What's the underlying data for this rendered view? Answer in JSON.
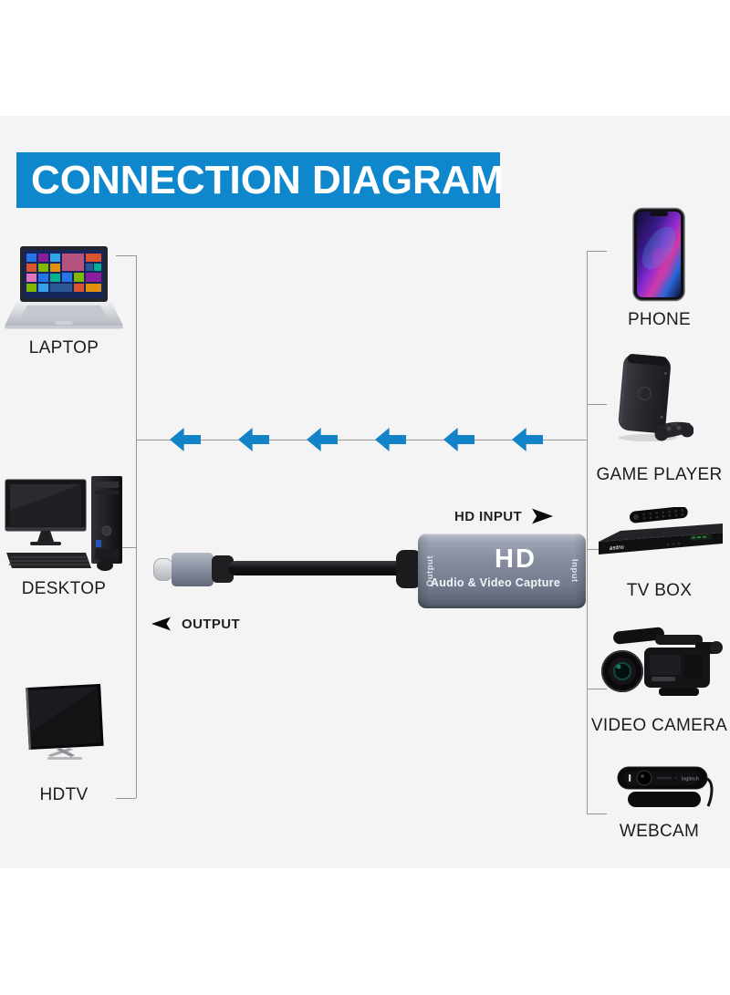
{
  "title": {
    "text": "CONNECTION DIAGRAM"
  },
  "colors": {
    "banner_bg": "#0e87cc",
    "arrow_blue": "#1383c8",
    "connector_line_gray": "#979797",
    "canvas_bg": "#f4f4f5",
    "label_color": "#1c1c1c",
    "capture_body_gray": "#7e8697"
  },
  "output_devices": [
    {
      "id": "laptop",
      "label": "LAPTOP"
    },
    {
      "id": "desktop",
      "label": "DESKTOP"
    },
    {
      "id": "hdtv",
      "label": "HDTV"
    }
  ],
  "source_devices": [
    {
      "id": "phone",
      "label": "PHONE"
    },
    {
      "id": "game-player",
      "label": "GAME PLAYER"
    },
    {
      "id": "tv-box",
      "label": "TV BOX"
    },
    {
      "id": "video-camera",
      "label": "VIDEO CAMERA"
    },
    {
      "id": "webcam",
      "label": "WEBCAM"
    }
  ],
  "capture_device": {
    "logo": "HD",
    "name": "Audio & Video Capture",
    "left_port": "Output",
    "right_port": "Input"
  },
  "annotations": {
    "input_label": "HD INPUT",
    "output_label": "OUTPUT"
  },
  "flow": {
    "arrow_count": 6,
    "direction": "left",
    "arrow_color": "#1383c8"
  },
  "photo_details": {
    "webcam_brand": "logitech",
    "tvbox_brand": "astro"
  }
}
